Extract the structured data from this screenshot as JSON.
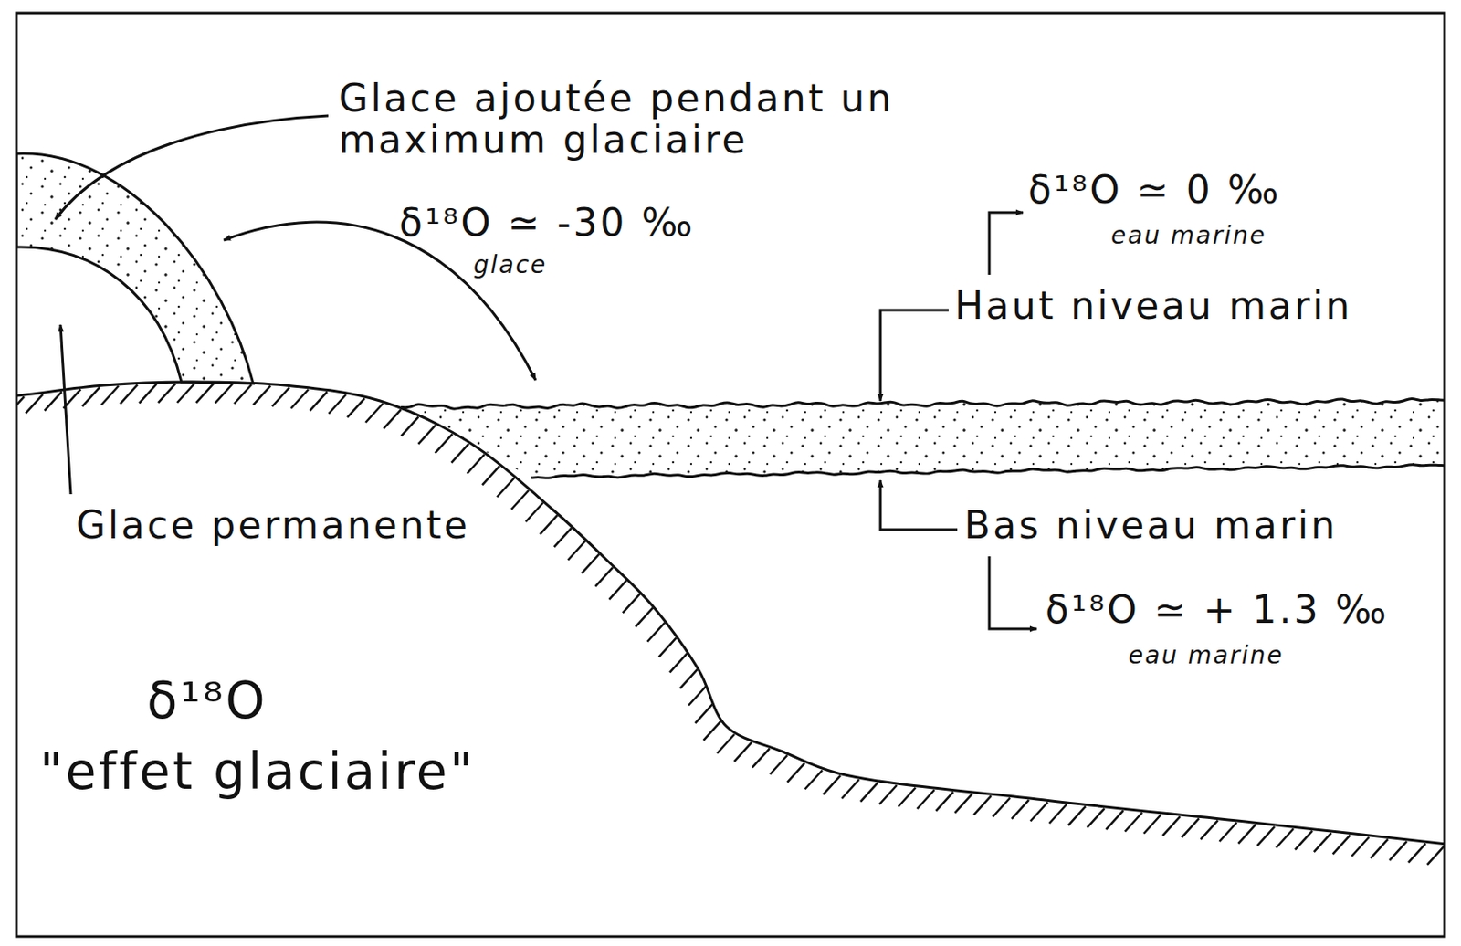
{
  "diagram": {
    "labels": [
      "Glace ajoutée pendant un maximum glaciaire",
      "δ¹⁸O ≃ -30 ‰",
      "glace",
      "δ¹⁸O ≃ 0 ‰",
      "eau marine",
      "Haut niveau marin",
      "Bas niveau marin",
      "δ¹⁸O ≃ + 1.3 ‰",
      "eau marine",
      "Glace permanente",
      "δ¹⁸O",
      "\"effet glaciaire\""
    ]
  }
}
